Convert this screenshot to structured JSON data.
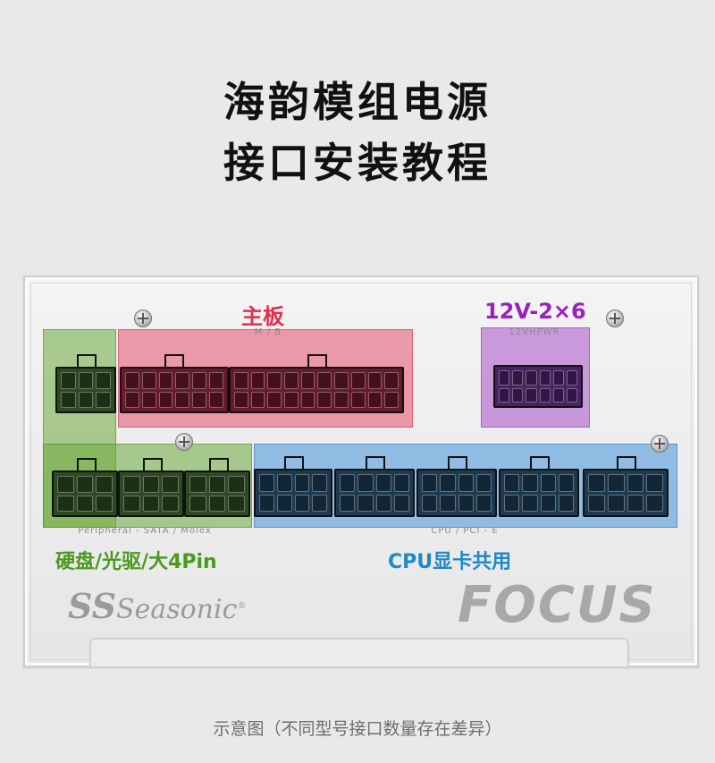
{
  "title": {
    "line1": "海韵模组电源",
    "line2": "接口安装教程"
  },
  "zones": {
    "motherboard": {
      "label": "主板",
      "sublabel": "M / B",
      "color": "#e0506e"
    },
    "gpu12v": {
      "label": "12V-2×6",
      "sublabel": "12VHPWR",
      "color": "#9b30c0"
    },
    "peripheral": {
      "label": "硬盘/光驱/大4Pin",
      "sublabel": "Peripheral - SATA / Molex",
      "color": "#5a9a2a"
    },
    "cpu_pcie": {
      "label": "CPU显卡共用",
      "sublabel": "CPU / PCI - E",
      "color": "#1e88c8"
    }
  },
  "brand": {
    "logo_mark": "SS",
    "name": "Seasonic",
    "registered": "®",
    "product": "FOCUS"
  },
  "caption": "示意图（不同型号接口数量存在差异）"
}
